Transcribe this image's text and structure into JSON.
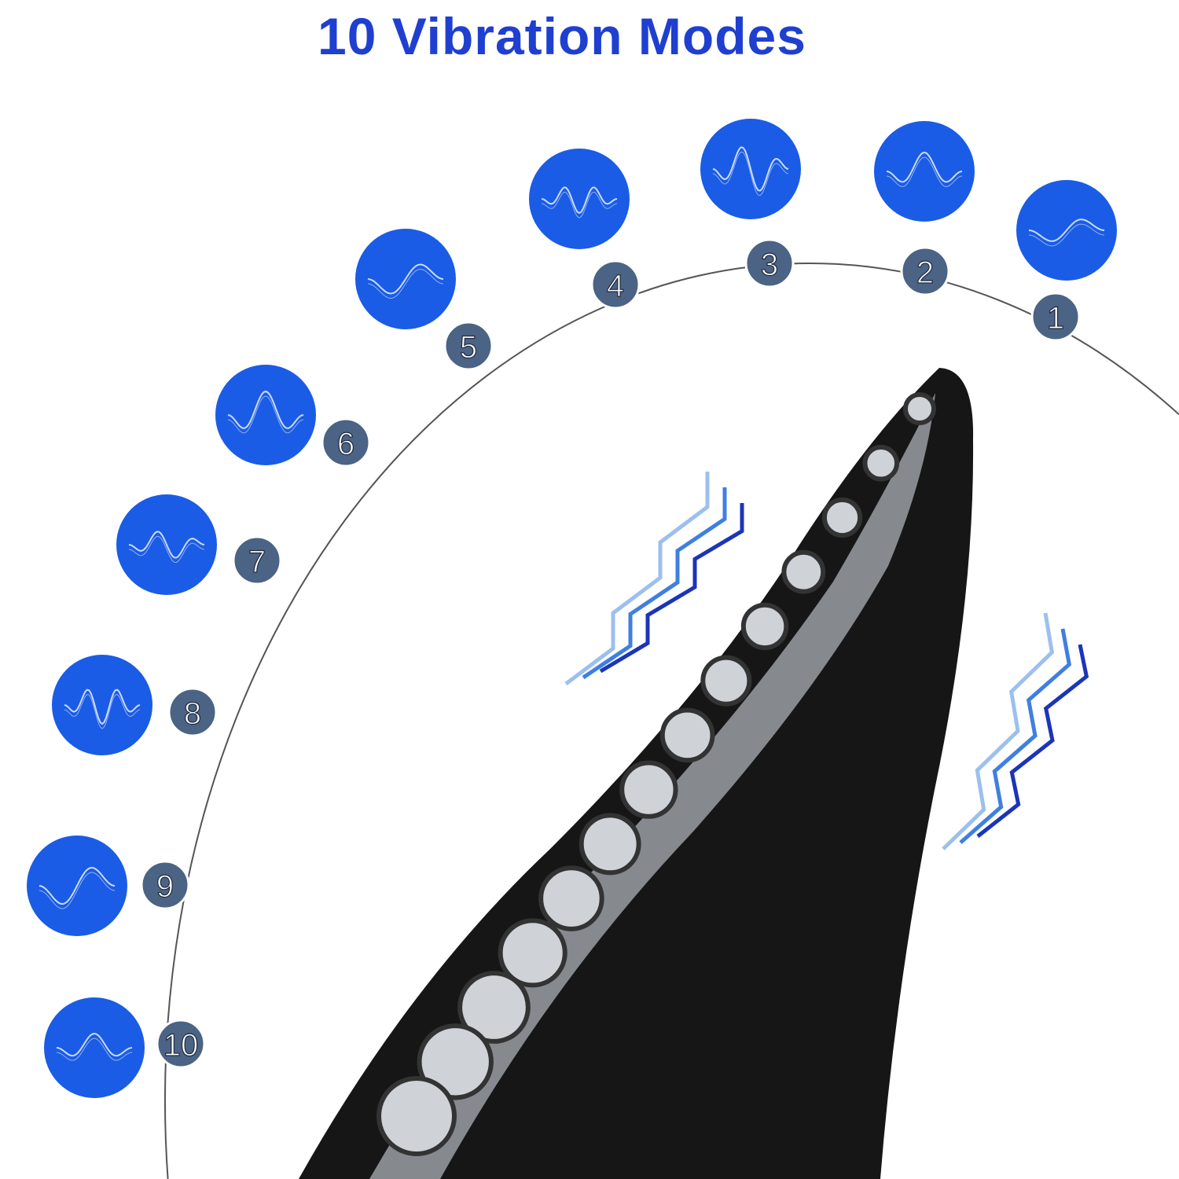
{
  "title": "10 Vibration Modes",
  "colors": {
    "title": "#1f3fd0",
    "mode_icon": "#1a5ce6",
    "badge": "#4b6384",
    "product": "#151515"
  },
  "modes": [
    {
      "number": "1",
      "icon": "waveform-icon"
    },
    {
      "number": "2",
      "icon": "waveform-icon"
    },
    {
      "number": "3",
      "icon": "waveform-icon"
    },
    {
      "number": "4",
      "icon": "waveform-icon"
    },
    {
      "number": "5",
      "icon": "waveform-icon"
    },
    {
      "number": "6",
      "icon": "waveform-icon"
    },
    {
      "number": "7",
      "icon": "waveform-icon"
    },
    {
      "number": "8",
      "icon": "waveform-icon"
    },
    {
      "number": "9",
      "icon": "waveform-icon"
    },
    {
      "number": "10",
      "icon": "waveform-icon"
    }
  ]
}
